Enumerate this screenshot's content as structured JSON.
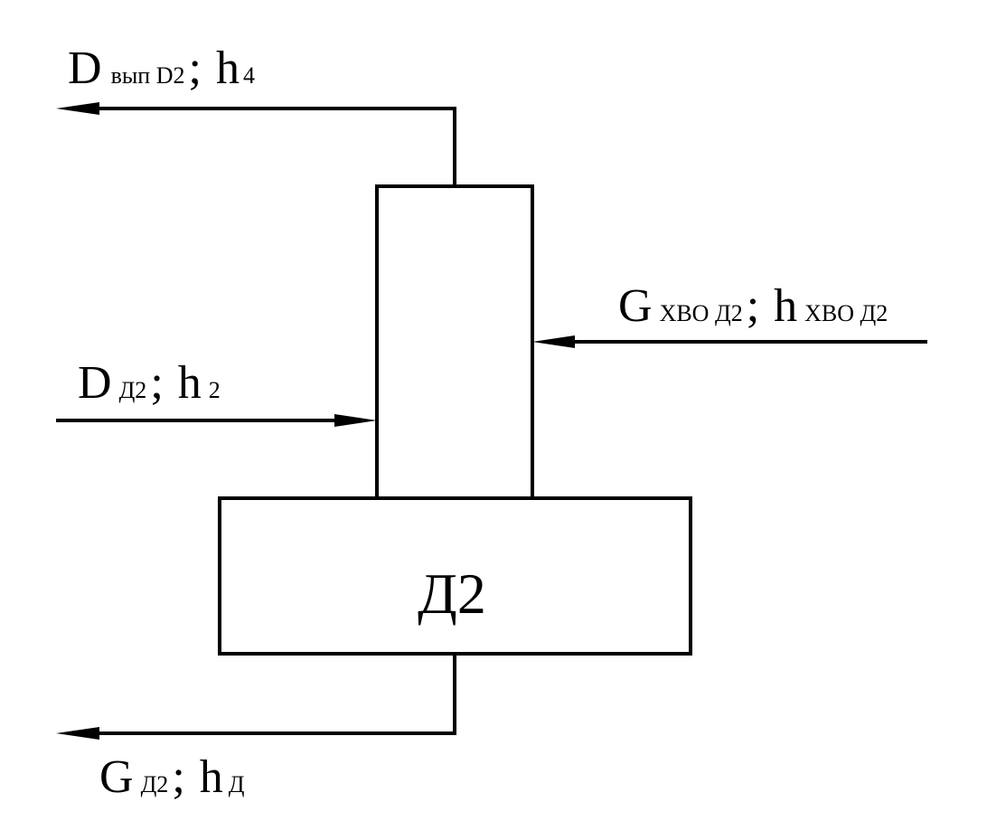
{
  "apparatus": {
    "label": "Д2"
  },
  "flows": {
    "vapor_out": {
      "symbol": "D",
      "symbol_sub": "вып D2",
      "enthalpy": "h",
      "enthalpy_sub": "4",
      "sep": ";"
    },
    "steam_in": {
      "symbol": "D",
      "symbol_sub": "Д2",
      "enthalpy": "h",
      "enthalpy_sub": "2",
      "sep": ";"
    },
    "chem_water_in": {
      "symbol": "G",
      "symbol_sub": "ХВО Д2",
      "enthalpy": "h",
      "enthalpy_sub": "ХВО Д2",
      "sep": ";"
    },
    "water_out": {
      "symbol": "G",
      "symbol_sub": "Д2",
      "enthalpy": "h",
      "enthalpy_sub": "Д",
      "sep": ";"
    }
  }
}
